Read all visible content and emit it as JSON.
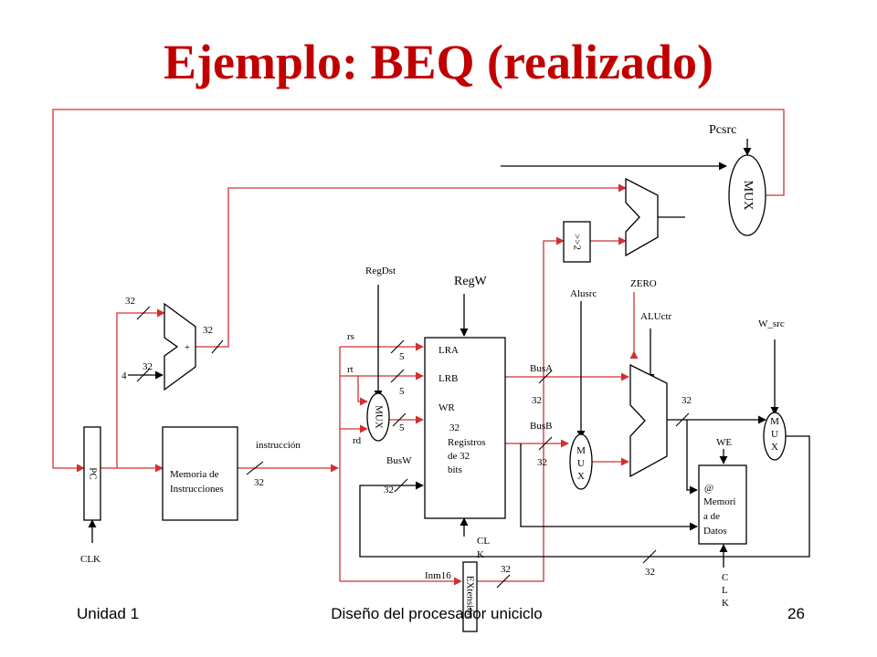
{
  "slide": {
    "title": "Ejemplo: BEQ (realizado)",
    "footer_left": "Unidad 1",
    "footer_center": "Diseño del procesador uniciclo",
    "page_number": "26"
  },
  "blocks": {
    "pc": "PC",
    "imem_line1": "Memoria de",
    "imem_line2": "Instrucciones",
    "adder_symbol": "+",
    "mux_pc": "MUX",
    "mux_regdst": "MUX",
    "shift": ">>2",
    "reg_lra": "LRA",
    "reg_lrb": "LRB",
    "reg_wr": "WR",
    "reg_width": "32",
    "reg_line1": "Registros",
    "reg_line2": "de 32",
    "reg_line3": "bits",
    "mux_alu": [
      "M",
      "U",
      "X"
    ],
    "mux_wb": [
      "M",
      "U",
      "X"
    ],
    "dmem_at": "@",
    "dmem_line1": "Memori",
    "dmem_line2": "a de",
    "dmem_line3": "Datos",
    "extend": "EXtensión"
  },
  "signals": {
    "pcsrc": "Pcsrc",
    "regdst": "RegDst",
    "regw": "RegW",
    "alusrc": "Alusrc",
    "zero": "ZERO",
    "aluctr": "ALUctr",
    "w_src": "W_src",
    "we": "WE",
    "clk": "CLK",
    "reg_clk": [
      "CL",
      "K"
    ],
    "dmem_clk": [
      "C",
      "L",
      "K"
    ]
  },
  "buses": {
    "rs": "rs",
    "rt": "rt",
    "rd": "rd",
    "instruccion": "instrucción",
    "busa": "BusA",
    "busb": "BusB",
    "busw": "BusW",
    "inm16": "Inm16",
    "four": "4",
    "w32": "32",
    "w5": "5"
  }
}
